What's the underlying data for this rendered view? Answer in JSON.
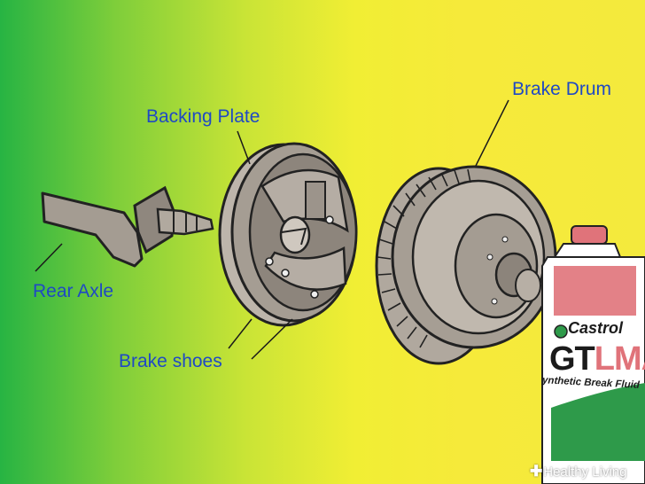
{
  "labels": {
    "backing_plate": "Backing Plate",
    "brake_drum": "Brake Drum",
    "rear_axle": "Rear Axle",
    "brake_shoes": "Brake shoes"
  },
  "bottle": {
    "brand": "Castrol",
    "product": "GTLMA",
    "product_prefix": "GT",
    "product_suffix": "LMA",
    "subtitle": "ynthetic Break Fluid"
  },
  "watermark": {
    "text": "Healthy Living",
    "icon": "plus-icon"
  },
  "colors": {
    "label_text": "#1f49c4",
    "gradient_left": "#27b443",
    "gradient_right": "#f4ea3d",
    "bottle_accent": "#e0737a",
    "bottle_green": "#2e9a4a"
  }
}
